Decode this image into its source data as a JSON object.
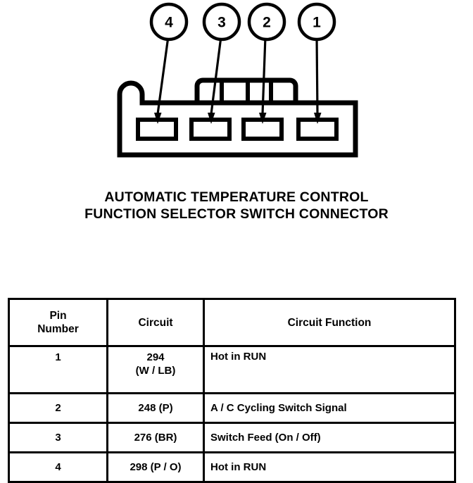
{
  "figure": {
    "caption_line_1": "AUTOMATIC TEMPERATURE CONTROL",
    "caption_line_2": "FUNCTION SELECTOR SWITCH CONNECTOR",
    "callouts": [
      {
        "label": "4"
      },
      {
        "label": "3"
      },
      {
        "label": "2"
      },
      {
        "label": "1"
      }
    ],
    "ink_color": "#000000",
    "background_color": "#ffffff"
  },
  "pin_table": {
    "headers": {
      "pin_number_line_1": "Pin",
      "pin_number_line_2": "Number",
      "circuit": "Circuit",
      "circuit_function": "Circuit Function"
    },
    "rows": [
      {
        "pin": "1",
        "circuit_line_1": "294",
        "circuit_line_2": "(W / LB)",
        "function": "Hot in RUN"
      },
      {
        "pin": "2",
        "circuit_line_1": "248 (P)",
        "circuit_line_2": "",
        "function": "A / C Cycling Switch Signal"
      },
      {
        "pin": "3",
        "circuit_line_1": "276 (BR)",
        "circuit_line_2": "",
        "function": "Switch Feed (On / Off)"
      },
      {
        "pin": "4",
        "circuit_line_1": "298 (P / O)",
        "circuit_line_2": "",
        "function": "Hot in RUN"
      }
    ]
  }
}
